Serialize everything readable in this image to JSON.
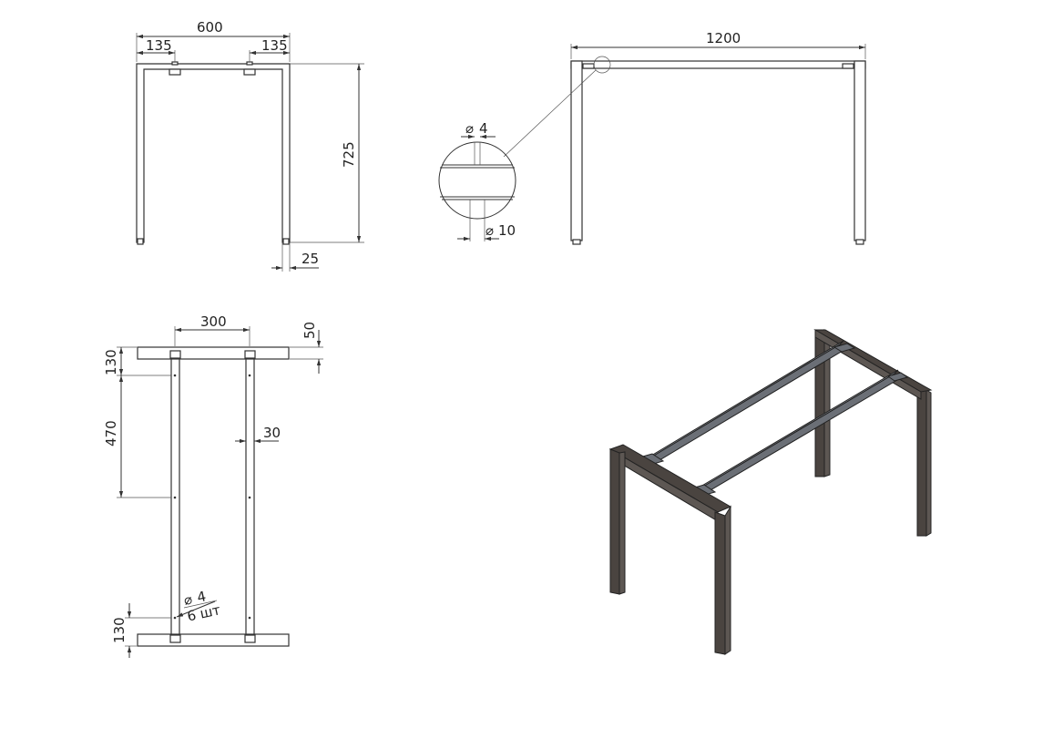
{
  "front_view": {
    "width": "600",
    "offset_left": "135",
    "offset_right": "135",
    "height": "725",
    "leg_size": "25"
  },
  "side_view": {
    "length": "1200"
  },
  "detail_view": {
    "hole_small": "4",
    "hole_large": "10"
  },
  "top_view": {
    "rail_spacing": "300",
    "beam_width": "50",
    "end_offset_top": "130",
    "hole_pitch": "470",
    "rail_width": "30",
    "end_offset_bottom": "130",
    "hole_note_dia": "4",
    "hole_note_qty": "6 шт"
  },
  "colors": {
    "line": "#333333",
    "frame_3d": "#4a4440",
    "rail_3d": "#6b6f76"
  }
}
